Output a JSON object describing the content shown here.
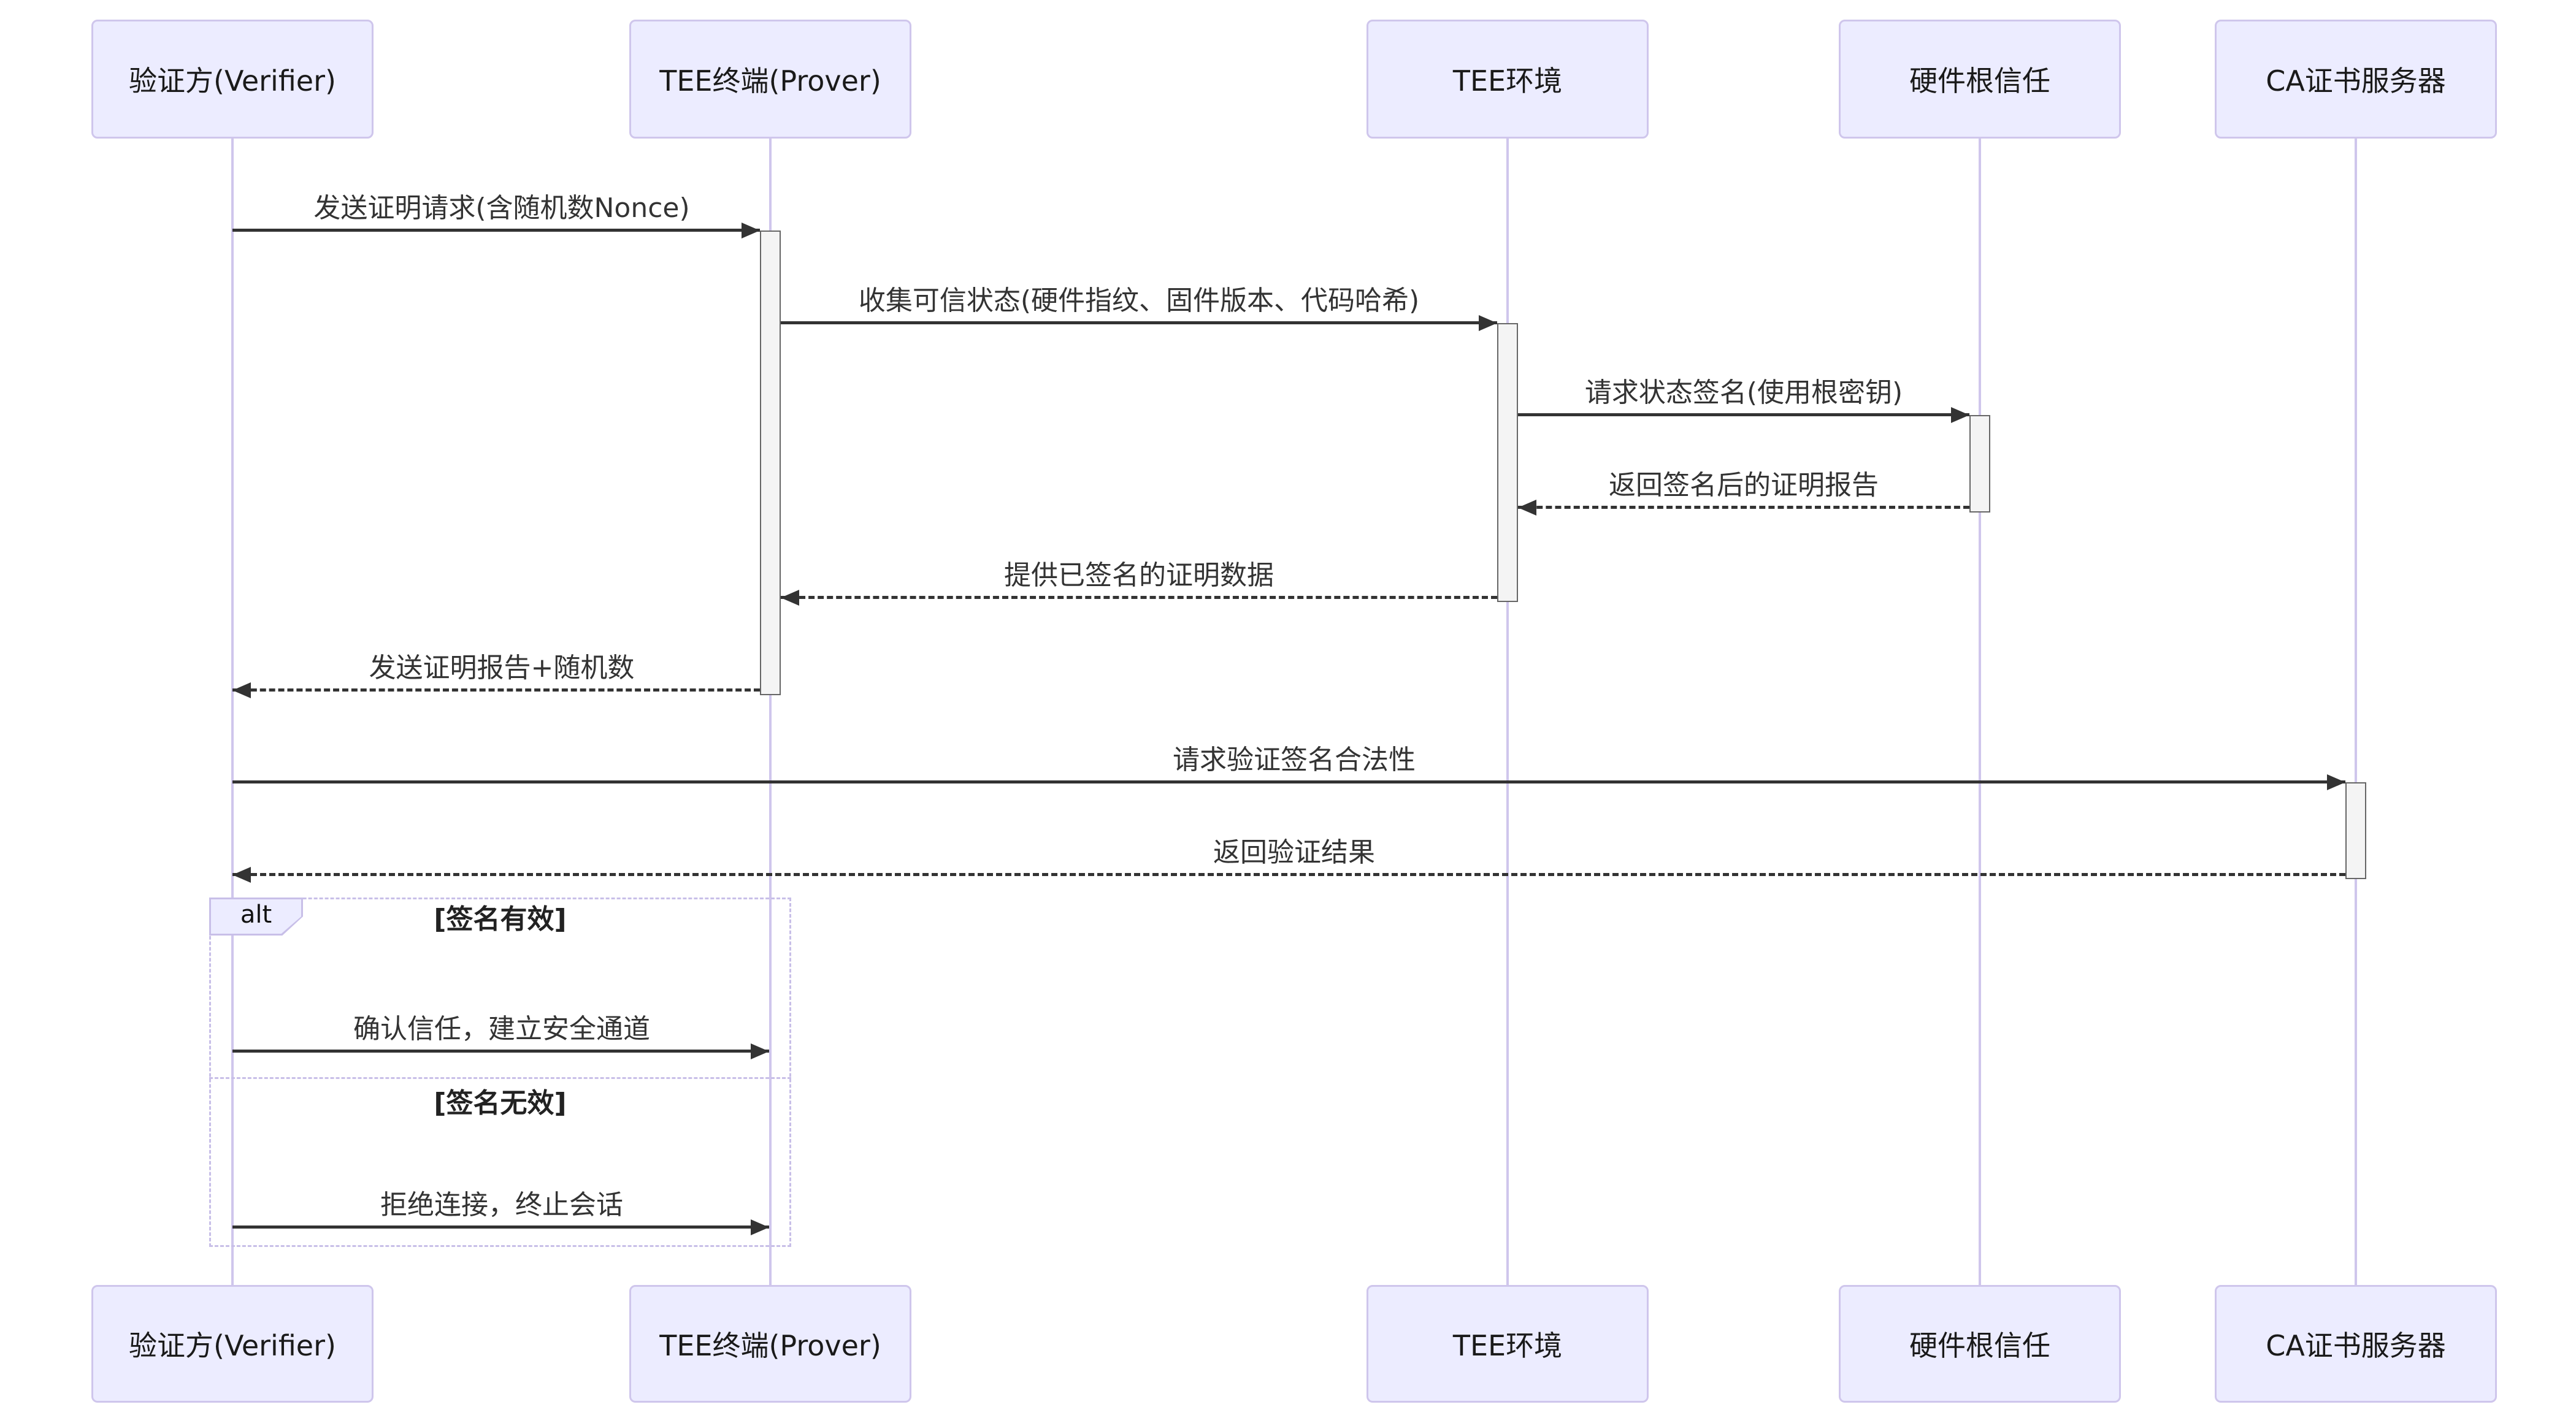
{
  "diagram": {
    "type": "sequence",
    "actors": [
      {
        "label": "验证方(Verifier)"
      },
      {
        "label": "TEE终端(Prover)"
      },
      {
        "label": "TEE环境"
      },
      {
        "label": "硬件根信任"
      },
      {
        "label": "CA证书服务器"
      }
    ],
    "messages": [
      {
        "label": "发送证明请求(含随机数Nonce)",
        "from": "验证方(Verifier)",
        "to": "TEE终端(Prover)",
        "line": "solid"
      },
      {
        "label": "收集可信状态(硬件指纹、固件版本、代码哈希)",
        "from": "TEE终端(Prover)",
        "to": "TEE环境",
        "line": "solid"
      },
      {
        "label": "请求状态签名(使用根密钥)",
        "from": "TEE环境",
        "to": "硬件根信任",
        "line": "solid"
      },
      {
        "label": "返回签名后的证明报告",
        "from": "硬件根信任",
        "to": "TEE环境",
        "line": "dashed"
      },
      {
        "label": "提供已签名的证明数据",
        "from": "TEE环境",
        "to": "TEE终端(Prover)",
        "line": "dashed"
      },
      {
        "label": "发送证明报告+随机数",
        "from": "TEE终端(Prover)",
        "to": "验证方(Verifier)",
        "line": "dashed"
      },
      {
        "label": "请求验证签名合法性",
        "from": "验证方(Verifier)",
        "to": "CA证书服务器",
        "line": "solid"
      },
      {
        "label": "返回验证结果",
        "from": "CA证书服务器",
        "to": "验证方(Verifier)",
        "line": "dashed"
      }
    ],
    "alt_block": {
      "keyword": "alt",
      "sections": [
        {
          "condition": "[签名有效]",
          "message": {
            "label": "确认信任，建立安全通道",
            "from": "验证方(Verifier)",
            "to": "TEE终端(Prover)",
            "line": "solid"
          }
        },
        {
          "condition": "[签名无效]",
          "message": {
            "label": "拒绝连接，终止会话",
            "from": "验证方(Verifier)",
            "to": "TEE终端(Prover)",
            "line": "solid"
          }
        }
      ]
    },
    "colors": {
      "background": "#FFFFFF",
      "actor_fill": "#ECECFF",
      "actor_border": "#CFC6EC",
      "lifeline": "#CFC6EC",
      "activation_fill": "#F4F4F4",
      "activation_border": "#666666",
      "message_color": "#333333",
      "frame_border": "#C8BFE8"
    }
  }
}
